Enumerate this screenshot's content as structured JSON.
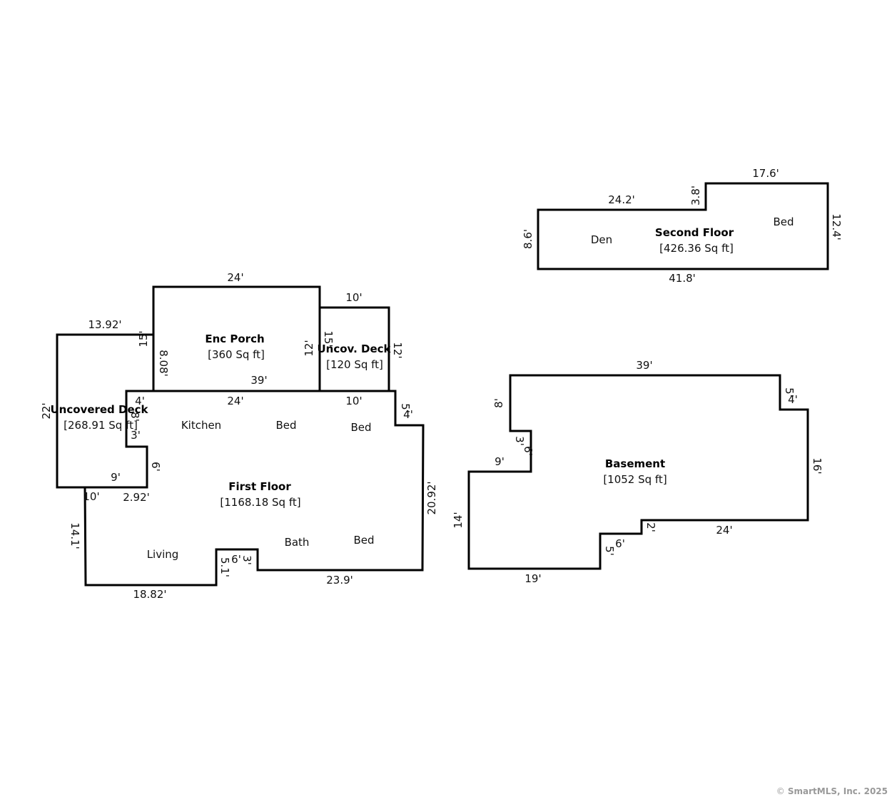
{
  "areas": {
    "enc_porch": {
      "title": "Enc Porch",
      "area": "[360 Sq ft]"
    },
    "uncov_deck": {
      "title": "Uncov. Deck",
      "area": "[120 Sq ft]"
    },
    "uncovered_deck": {
      "title": "Uncovered Deck",
      "area": "[268.91 Sq ft]"
    },
    "first_floor": {
      "title": "First Floor",
      "area": "[1168.18 Sq ft]"
    },
    "second_floor": {
      "title": "Second Floor",
      "area": "[426.36 Sq ft]"
    },
    "basement": {
      "title": "Basement",
      "area": "[1052 Sq ft]"
    }
  },
  "rooms": {
    "kitchen": "Kitchen",
    "bed_1": "Bed",
    "bed_2": "Bed",
    "bed_3": "Bed",
    "living": "Living",
    "bath": "Bath",
    "den": "Den",
    "bed_upstairs": "Bed"
  },
  "dims": {
    "porch_top": "24'",
    "porch_left": "15'",
    "porch_left_inner": "8.08'",
    "porch_right": "12'",
    "porch_bottom_label": "39'",
    "deck_top": "10'",
    "deck_left": "15'",
    "deck_right": "12'",
    "ud_top": "13.92'",
    "ud_left": "22'",
    "ud_bottom": "9'",
    "ud_inner_4": "4'",
    "ud_inner_8": "8'",
    "ud_inner_3": "3'",
    "ud_inner_6": "6'",
    "ff_top_24": "24'",
    "ff_top_10": "10'",
    "ff_right_5": "5'",
    "ff_right_4": "4'",
    "ff_right": "20.92'",
    "ff_bottom_right": "23.9'",
    "ff_notch_6": "6'",
    "ff_notch_3": "3'",
    "ff_notch_5": "5.1'",
    "ff_bottom_left": "18.82'",
    "ff_left": "14.1'",
    "ff_10": "10'",
    "ff_292": "2.92'",
    "sf_top_left": "24.2'",
    "sf_step": "3.8'",
    "sf_top_right": "17.6'",
    "sf_left": "8.6'",
    "sf_right": "12.4'",
    "sf_bottom": "41.8'",
    "bs_top": "39'",
    "bs_left_top": "8'",
    "bs_step_3": "3'",
    "bs_step_6": "6'",
    "bs_9": "9'",
    "bs_left": "14'",
    "bs_bottom": "19'",
    "bs_notch_5": "5'",
    "bs_notch_6": "6'",
    "bs_notch_2": "2'",
    "bs_24": "24'",
    "bs_right": "16'",
    "bs_right_5": "5'",
    "bs_right_4": "4'"
  },
  "watermark": {
    "symbol": "©",
    "text": "SmartMLS, Inc.  2025"
  }
}
